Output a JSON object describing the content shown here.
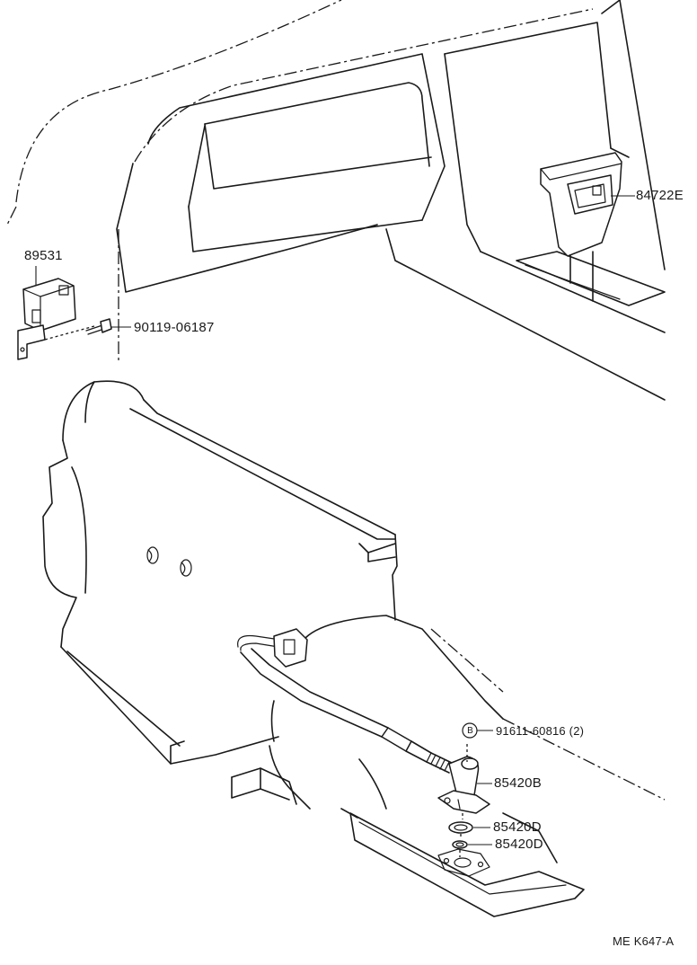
{
  "parts": {
    "part_89531": "89531",
    "part_90119": "90119-06187",
    "part_84722e": "84722E",
    "part_91611": "91611-60816 (2)",
    "part_85420b": "85420B",
    "part_85420d_upper": "85420D",
    "part_85420d_lower": "85420D"
  },
  "bolt_marker": "B",
  "drawing_code": "ME K647-A"
}
